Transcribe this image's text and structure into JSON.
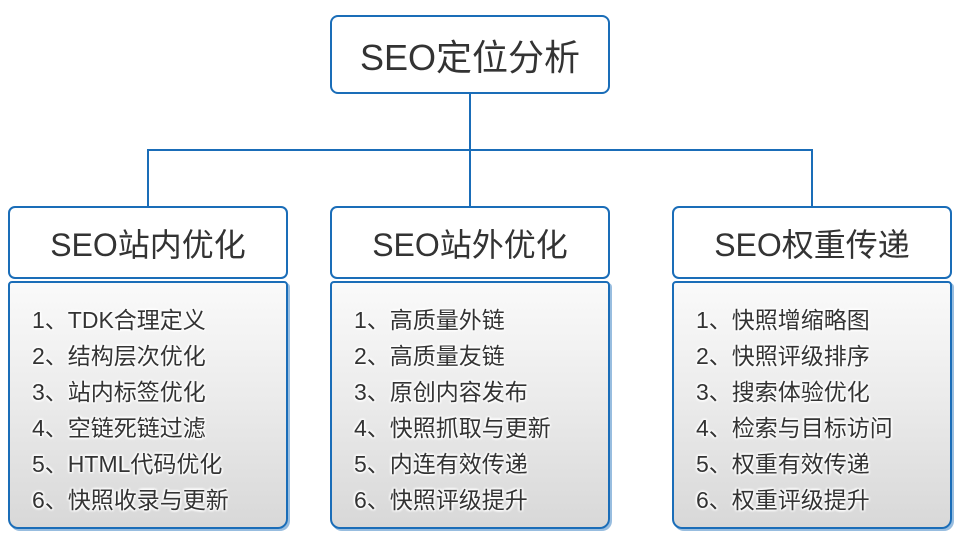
{
  "diagram": {
    "root": {
      "label": "SEO定位分析"
    },
    "columns": [
      {
        "header": "SEO站内优化",
        "items": [
          "1、TDK合理定义",
          "2、结构层次优化",
          "3、站内标签优化",
          "4、空链死链过滤",
          "5、HTML代码优化",
          "6、快照收录与更新"
        ]
      },
      {
        "header": "SEO站外优化",
        "items": [
          "1、高质量外链",
          "2、高质量友链",
          "3、原创内容发布",
          "4、快照抓取与更新",
          "5、内连有效传递",
          "6、快照评级提升"
        ]
      },
      {
        "header": "SEO权重传递",
        "items": [
          "1、快照增缩略图",
          "2、快照评级排序",
          "3、搜索体验优化",
          "4、检索与目标访问",
          "5、权重有效传递",
          "6、权重评级提升"
        ]
      }
    ],
    "colors": {
      "line": "#1a6db8",
      "text": "#333333",
      "panel_gradient_top": "#fafafa",
      "panel_gradient_bottom": "#d8d8d8"
    }
  }
}
